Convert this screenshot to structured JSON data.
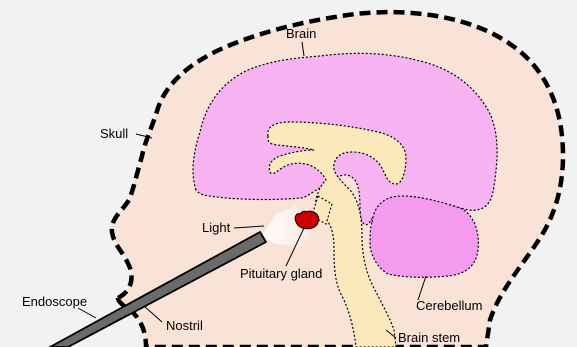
{
  "labels": {
    "brain": "Brain",
    "skull": "Skull",
    "light": "Light",
    "pituitary_gland": "Pituitary gland",
    "endoscope": "Endoscope",
    "nostril": "Nostril",
    "cerebellum": "Cerebellum",
    "brain_stem": "Brain stem"
  },
  "colors": {
    "background": "#f2f2f2",
    "head_fill": "#f9e3d6",
    "cerebrum_fill": "#f7b3f2",
    "cerebellum_fill": "#f49bef",
    "brainstem_fill": "#fbe9bb",
    "pituitary_fill": "#cc0000",
    "endoscope_fill": "#6a6a6a",
    "outline": "#000000"
  }
}
